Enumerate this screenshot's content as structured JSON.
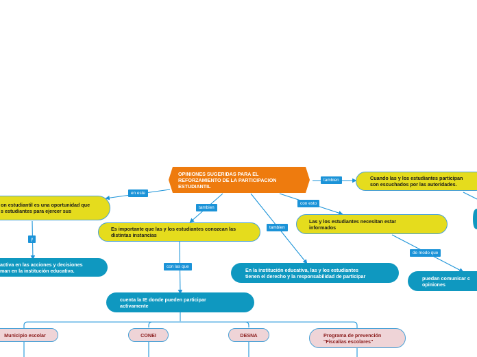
{
  "root": "OPINIONES SUGERIDAS PARA EL\nREFORZAMIENTO DE LA PARTICIPACION\nESTUDIANTIL",
  "nodes": {
    "left_top": "on estudiantil es una oportunidad que\ns estudiantes para ejercer sus",
    "left_bottom": "activa en las acciones y decisiones\nman en la institución educativa.",
    "important": "Es importante que las y los estudiantes conozcan las\ndistintas instancias",
    "ie_participate": "cuenta la IE donde pueden participar\nactivamente",
    "rights": "En la institución educativa, las y los estudiantes\ntienen el derecho y la responsabilidad de participar",
    "informed": "Las y los estudiantes necesitan estar\ninformados",
    "communicate": "puedan comunicar c\nopiniones",
    "heard": "Cuando las y los estudiantes participan\nson escuchados por las autoridades.",
    "municipio": "Municipio escolar",
    "conei": "CONEI",
    "desna": "DESNA",
    "fiscalias": "Programa de prevención\n\"Fiscalías escolares\""
  },
  "labels": {
    "en_este": "en este",
    "y": "y",
    "tambien_1": "tambien",
    "con_las_que": "con las que",
    "tambien_2": "tambien",
    "con_esto": "con esto",
    "de_modo_que": "de modo que",
    "tambien_3": "tambien"
  },
  "colors": {
    "root": "#ee7b0e",
    "yellow_node": "#e5dc1d",
    "blue_node": "#0f98c0",
    "pink_node": "#efd4d7",
    "connector": "#1b93d8"
  }
}
